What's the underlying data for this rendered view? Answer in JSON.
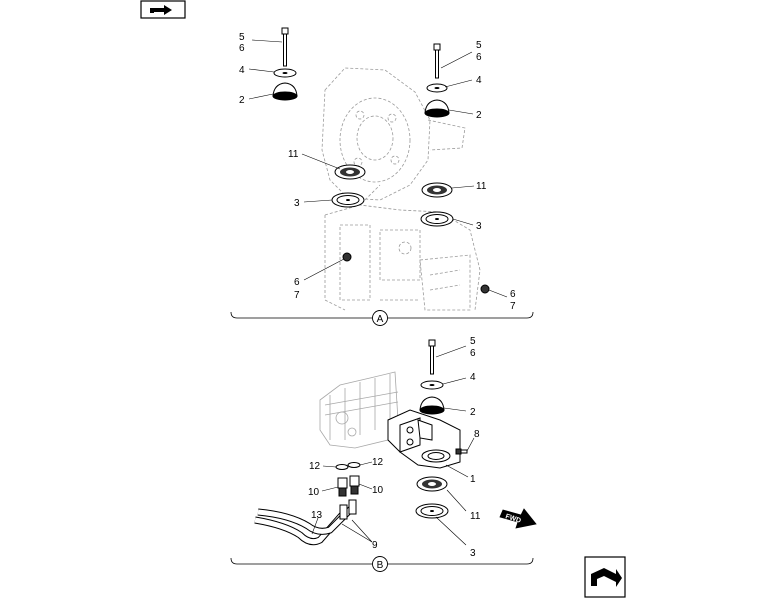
{
  "views": {
    "a": {
      "letter": "A"
    },
    "b": {
      "letter": "B"
    }
  },
  "callouts": {
    "a_left": [
      "5",
      "6",
      "4",
      "2",
      "11",
      "3",
      "6",
      "7"
    ],
    "a_right": [
      "5",
      "6",
      "4",
      "2",
      "11",
      "3",
      "6",
      "7"
    ],
    "b": [
      "5",
      "6",
      "4",
      "2",
      "8",
      "1",
      "11",
      "3",
      "12",
      "12",
      "10",
      "10",
      "13",
      "9"
    ]
  },
  "fwd_label": "FWD",
  "icons": {
    "top_left": "reference-arrow-icon",
    "bottom_right": "next-page-arrow-icon"
  }
}
